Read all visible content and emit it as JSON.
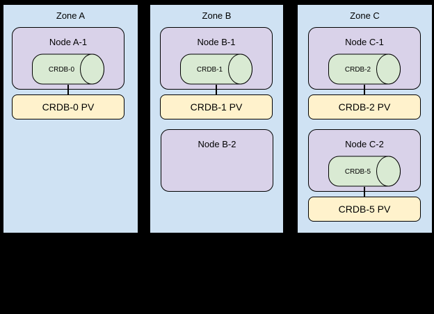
{
  "colors": {
    "background": "#000000",
    "zone-fill": "#cfe2f3",
    "node-fill": "#d9d2e9",
    "pod-fill": "#d9ead3",
    "pv-fill": "#fff2cc",
    "border": "#000000",
    "text": "#000000"
  },
  "zones": [
    {
      "label": "Zone A",
      "nodes": [
        {
          "label": "Node A-1",
          "pod": "CRDB-0",
          "pv": "CRDB-0 PV"
        }
      ]
    },
    {
      "label": "Zone B",
      "nodes": [
        {
          "label": "Node B-1",
          "pod": "CRDB-1",
          "pv": "CRDB-1 PV"
        },
        {
          "label": "Node B-2"
        }
      ]
    },
    {
      "label": "Zone C",
      "nodes": [
        {
          "label": "Node C-1",
          "pod": "CRDB-2",
          "pv": "CRDB-2 PV"
        },
        {
          "label": "Node C-2",
          "pod": "CRDB-5",
          "pv": "CRDB-5 PV"
        }
      ]
    }
  ]
}
